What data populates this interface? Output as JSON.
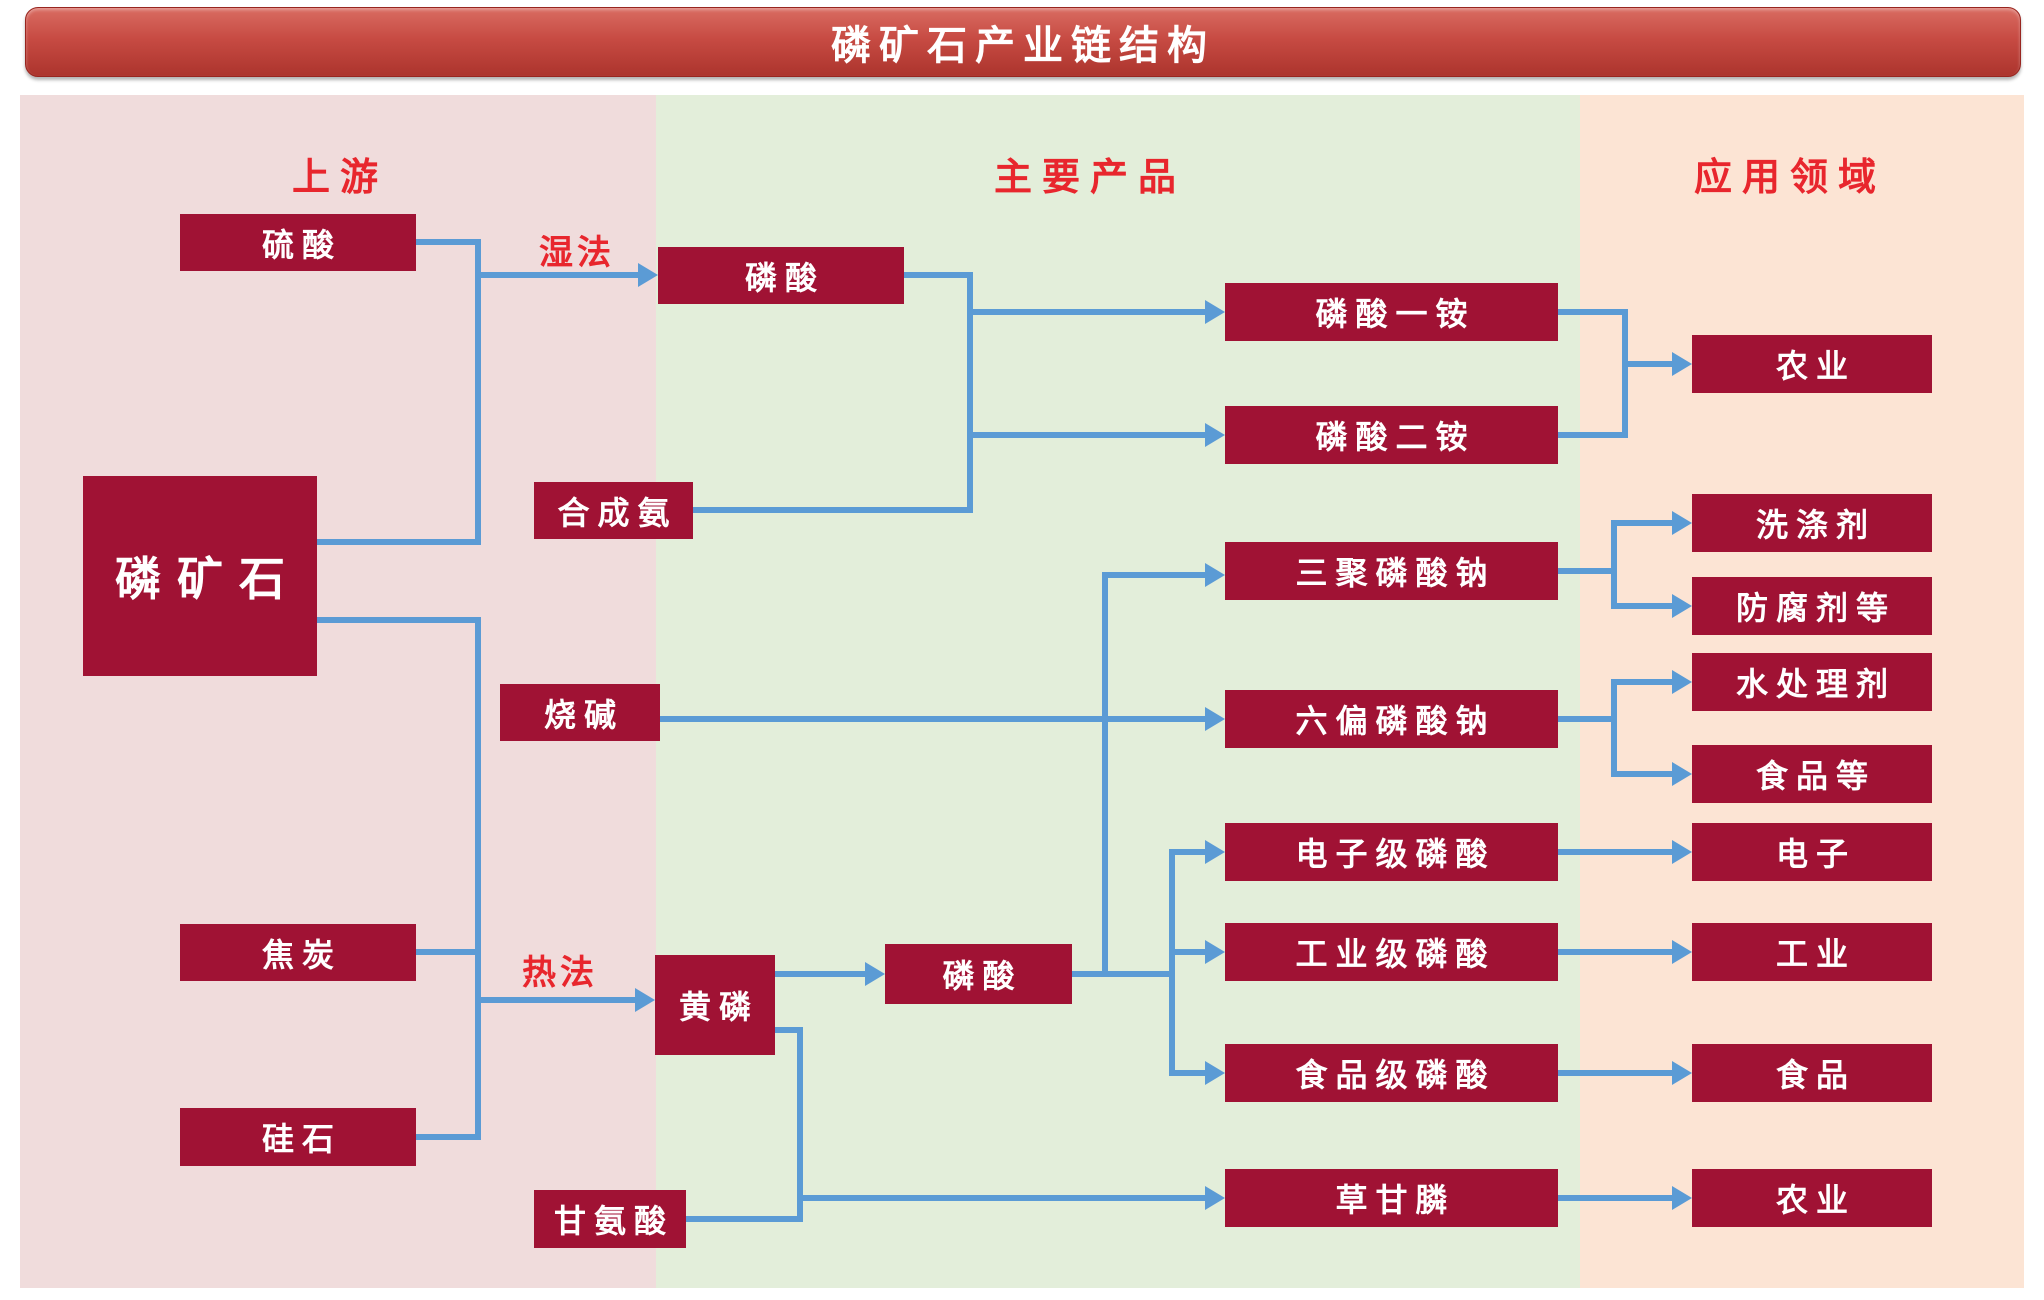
{
  "title": "磷矿石产业链结构",
  "column_headers": {
    "upstream": "上游",
    "main_products": "主要产品",
    "application_fields": "应用领域"
  },
  "process_labels": {
    "wet_process": "湿法",
    "thermal_process": "热法"
  },
  "nodes": {
    "sulfuric_acid": "硫酸",
    "phosphate_rock": "磷矿石",
    "coke": "焦炭",
    "silica": "硅石",
    "phosphoric_acid_wet": "磷酸",
    "synthetic_ammonia": "合成氨",
    "caustic_soda": "烧碱",
    "yellow_phosphorus": "黄磷",
    "phosphoric_acid_thermal": "磷酸",
    "glycine": "甘氨酸",
    "monoammonium_phosphate": "磷酸一铵",
    "diammonium_phosphate": "磷酸二铵",
    "sodium_tripolyphosphate": "三聚磷酸钠",
    "sodium_hexametaphosphate": "六偏磷酸钠",
    "electronic_grade_phosphoric_acid": "电子级磷酸",
    "industrial_grade_phosphoric_acid": "工业级磷酸",
    "food_grade_phosphoric_acid": "食品级磷酸",
    "glyphosate": "草甘膦",
    "agriculture_top": "农业",
    "detergent": "洗涤剂",
    "preservatives_etc": "防腐剂等",
    "water_treatment_agent": "水处理剂",
    "food_etc": "食品等",
    "electronics": "电子",
    "industry": "工业",
    "food": "食品",
    "agriculture_bottom": "农业"
  },
  "colors": {
    "node_fill": "#a01234",
    "connector_blue": "#5b9bd5",
    "heading_red": "#e8262d",
    "upstream_bg": "#f0dcdc",
    "products_bg": "#e3eeda",
    "applications_bg": "#fce4d4",
    "title_bar_red": "#c74b43"
  }
}
